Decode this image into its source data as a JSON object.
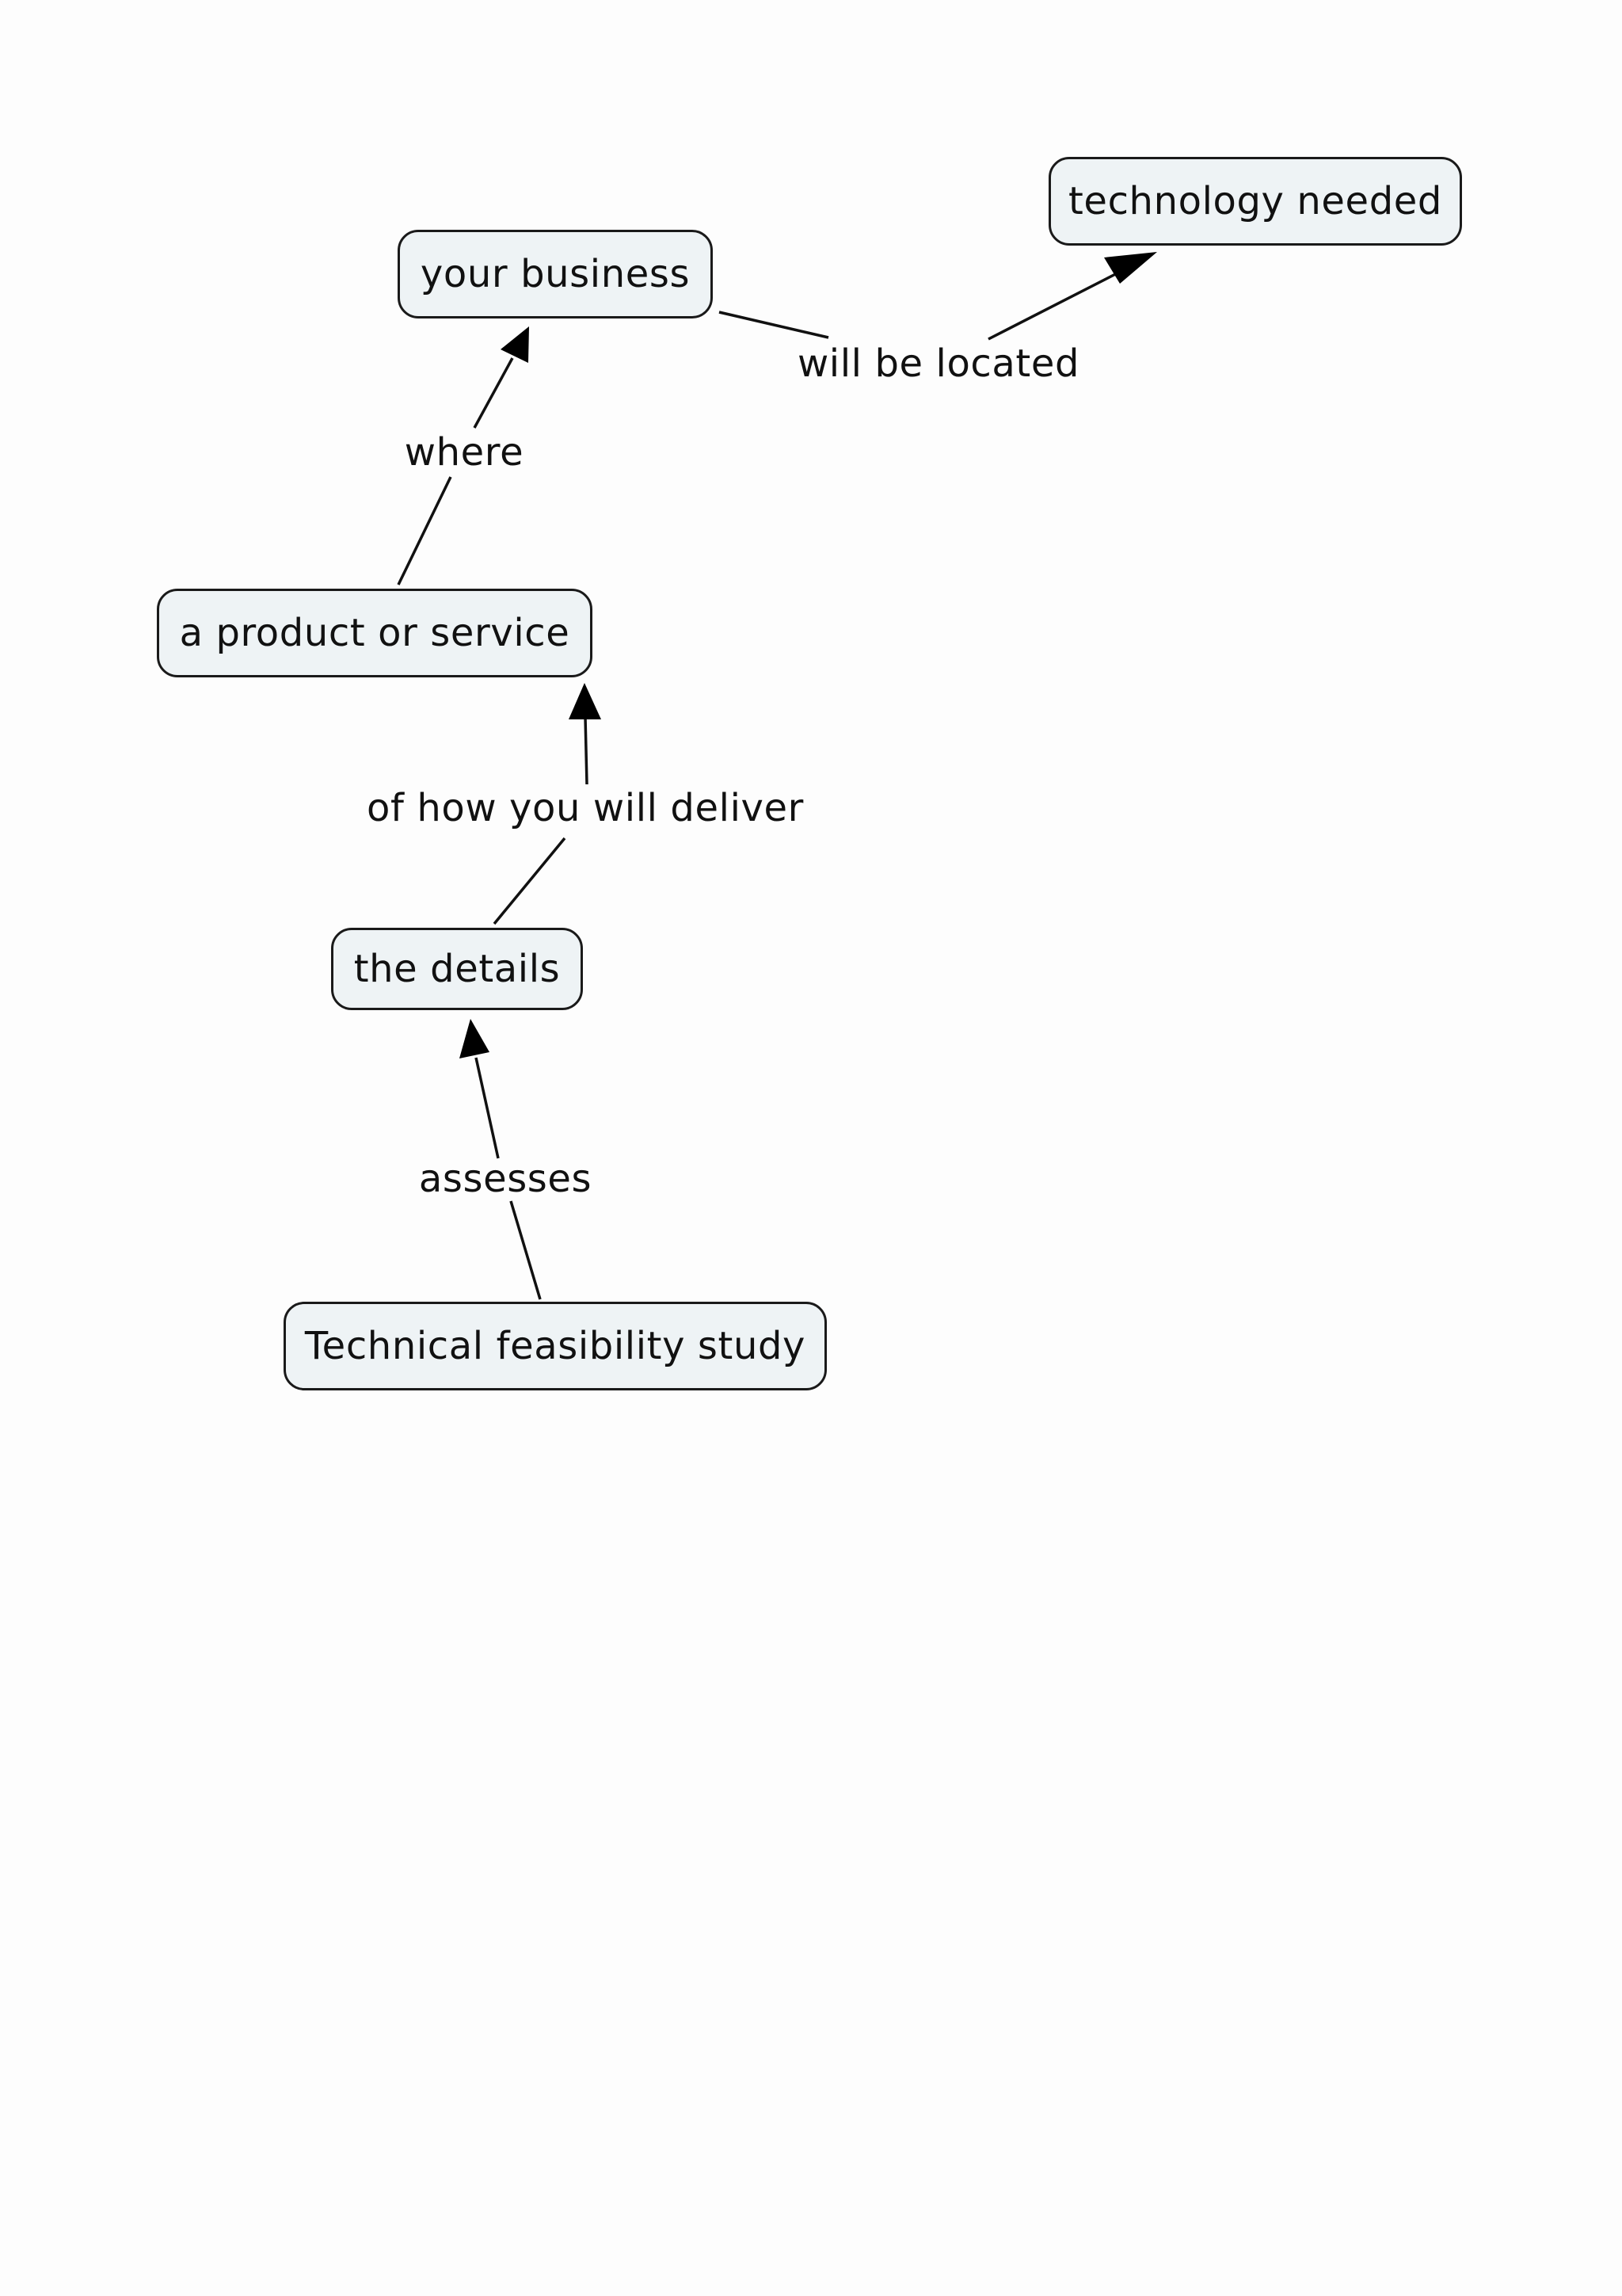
{
  "concept_map": {
    "nodes": {
      "technology_needed": "technology needed",
      "your_business": "your business",
      "product_or_service": "a product or service",
      "the_details": "the details",
      "feasibility_study": "Technical feasibility study"
    },
    "links": {
      "will_be_located": "will be located",
      "where": "where",
      "how_deliver": "of how you will deliver",
      "assesses": "assesses"
    }
  },
  "colors": {
    "node_fill": "#eef3f5",
    "stroke": "#1a1a1a",
    "background": "#fdfdfd"
  }
}
